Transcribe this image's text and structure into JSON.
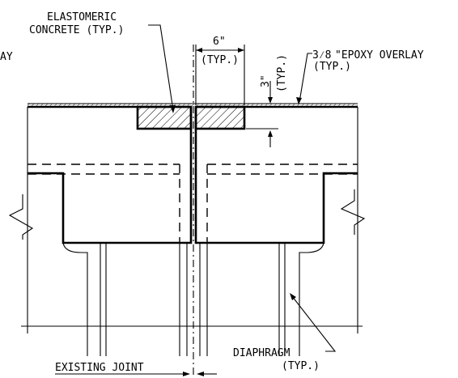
{
  "labels": {
    "elastomeric_line1": "ELASTOMERIC",
    "elastomeric_line2": "CONCRETE (TYP.)",
    "left_partial": "AY",
    "dim_6": "6\"",
    "typ_6": "(TYP.)",
    "dim_3": "3\"",
    "typ_3": "(TYP.)",
    "overlay_frac": "3⁄8",
    "overlay_text": "\"EPOXY OVERLAY",
    "overlay_typ": "(TYP.)",
    "diaphragm": "DIAPHRAGM",
    "diaphragm_typ": "(TYP.)",
    "existing_joint": "EXISTING JOINT"
  }
}
